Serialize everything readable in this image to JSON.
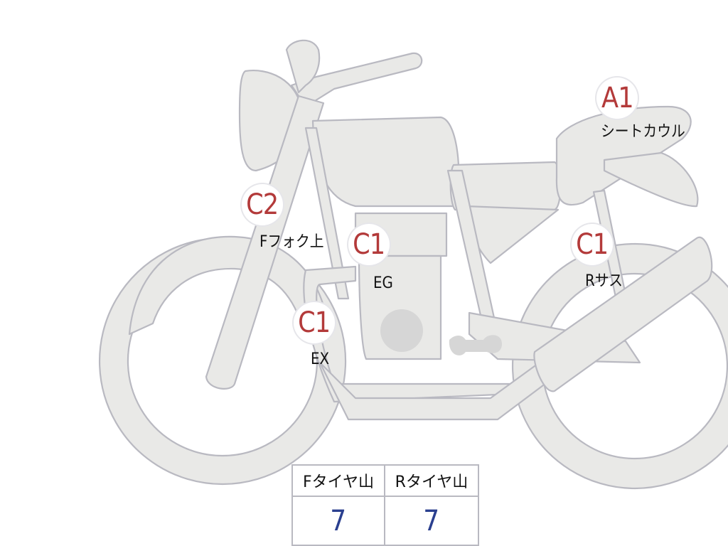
{
  "colors": {
    "grade": "#b33a3a",
    "tread_value": "#2a3f8f",
    "part_fill": "#e9e9e7",
    "outline": "#b9b9c1"
  },
  "markers": [
    {
      "id": "seat-cowl",
      "grade": "A1",
      "label": "シートカウル"
    },
    {
      "id": "front-fork-upper",
      "grade": "C2",
      "label": "Fフォク上"
    },
    {
      "id": "engine",
      "grade": "C1",
      "label": "EG"
    },
    {
      "id": "rear-suspension",
      "grade": "C1",
      "label": "Rサス"
    },
    {
      "id": "exhaust",
      "grade": "C1",
      "label": "EX"
    }
  ],
  "tread_table": {
    "headers": [
      "Fタイヤ山",
      "Rタイヤ山"
    ],
    "values": [
      "7",
      "7"
    ]
  }
}
